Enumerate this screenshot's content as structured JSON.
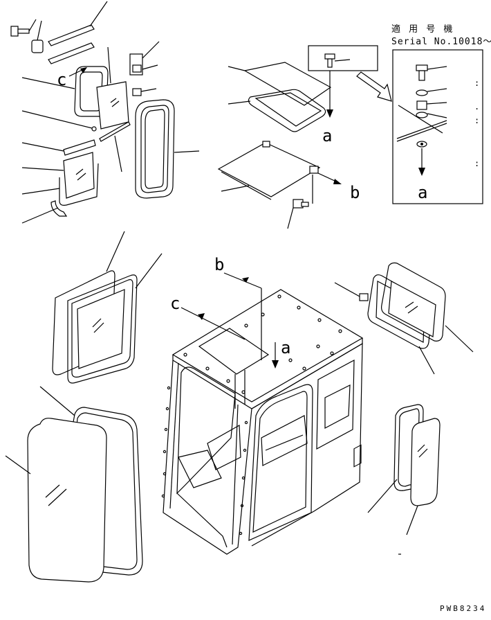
{
  "serial_box": {
    "applicable_models_label": "適 用 号 機",
    "serial_label": "Serial No.10018～",
    "index_marks": [
      ":",
      ".",
      ":",
      ":"
    ]
  },
  "callout_labels": {
    "a": "a",
    "b": "b",
    "c": "c"
  },
  "drawing_code": "PWB8234"
}
